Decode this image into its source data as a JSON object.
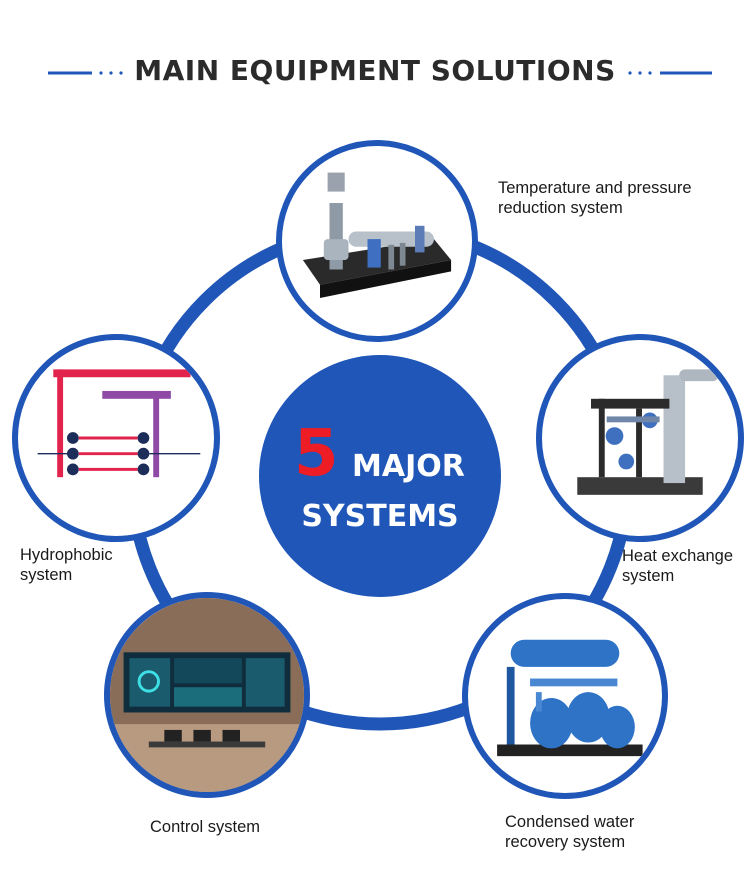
{
  "header": {
    "title": "MAIN EQUIPMENT SOLUTIONS"
  },
  "center": {
    "number": "5",
    "line1": "MAJOR",
    "line2": "SYSTEMS"
  },
  "systems": [
    {
      "label_1": "Temperature and pressure",
      "label_2": "reduction system"
    },
    {
      "label_1": "Heat exchange",
      "label_2": "system"
    },
    {
      "label_1": "Condensed water",
      "label_2": "recovery system"
    },
    {
      "label_1": "Control system"
    },
    {
      "label_1": "Hydrophobic",
      "label_2": "system"
    }
  ],
  "colors": {
    "accent": "#1f56b8",
    "highlight": "#ee1c24",
    "text": "#2b2b2b"
  },
  "icons": [
    "pressure-reduction-equipment-icon",
    "heat-exchanger-equipment-icon",
    "condensate-recovery-equipment-icon",
    "control-room-screen-icon",
    "hydrophobic-pipe-diagram-icon"
  ]
}
